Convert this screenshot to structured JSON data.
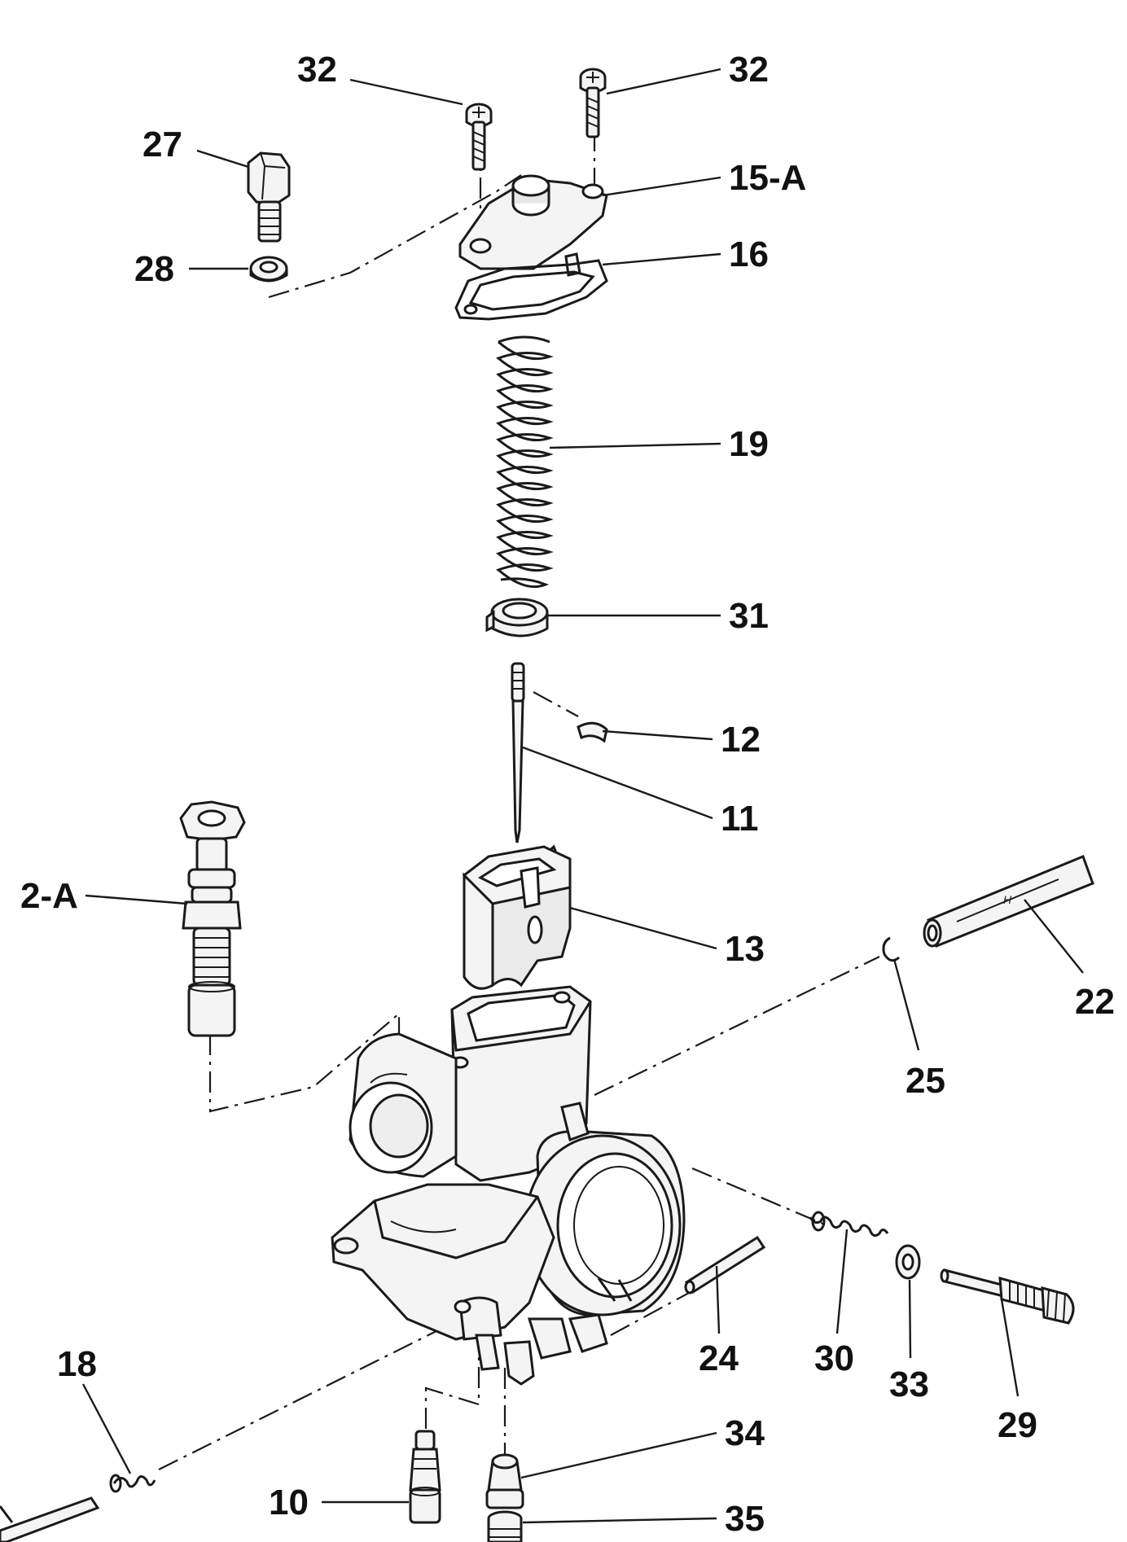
{
  "title": "Carburetor exploded parts diagram",
  "colors": {
    "ink": "#1a1a1a",
    "label": "#111111",
    "background": "#ffffff",
    "part_fill": "#f4f4f4"
  },
  "callouts": {
    "c32a": "32",
    "c32b": "32",
    "c27": "27",
    "c15a": "15-A",
    "c28": "28",
    "c16": "16",
    "c19": "19",
    "c31": "31",
    "c12": "12",
    "c11": "11",
    "c2a": "2-A",
    "c13": "13",
    "c22": "22",
    "c25": "25",
    "c24": "24",
    "c30": "30",
    "c33": "33",
    "c29": "29",
    "c18": "18",
    "c34": "34",
    "c10": "10",
    "c35": "35"
  },
  "parts": {
    "p22_marking": "H"
  }
}
